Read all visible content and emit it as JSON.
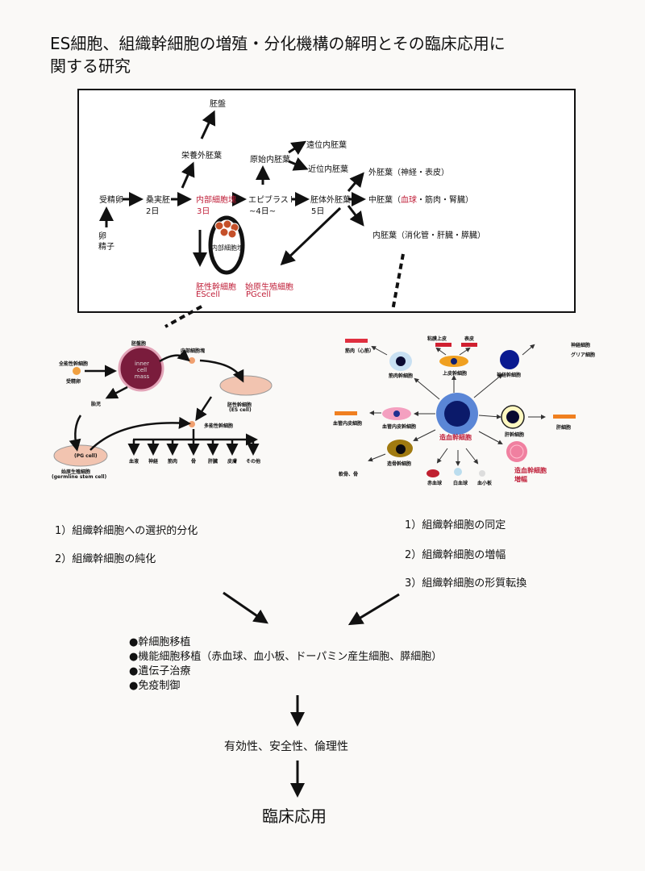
{
  "title": {
    "line1": "ES細胞、組織幹細胞の増殖・分化機構の解明とその臨床応用に",
    "line2": "関する研究"
  },
  "flow": {
    "fertilized_egg": "受精卵",
    "egg": "卵",
    "sperm": "精子",
    "morula": "桑実胚",
    "morula_day": "2日",
    "icm": "内部細胞塊",
    "icm_day": "3日",
    "epiblast": "エピブラスト",
    "epiblast_day": "~4日~",
    "embryonic_ectoderm": "胚体外胚葉",
    "ee_day": "5日",
    "trophectoderm": "栄養外胚葉",
    "placenta": "胚盤",
    "primitive_endoderm": "原始内胚葉",
    "distal_endoderm": "遠位内胚葉",
    "proximal_endoderm": "近位内胚葉",
    "ectoderm": "外胚葉（神経・表皮）",
    "mesoderm_pre": "中胚葉（",
    "mesoderm_red": "血球",
    "mesoderm_post": "・筋肉・腎臓）",
    "endoderm": "内胚葉（消化管・肝臓・膵臓）",
    "icm_oval": "内部細胞塊",
    "es_cell": "胚性幹細胞",
    "es_cell_en": "EScell",
    "pg_cell": "始原生殖細胞",
    "pg_cell_en": "PGcell"
  },
  "left_fig": {
    "blastocyst": "胚盤胞",
    "totipotent": "全能性幹細胞",
    "fertilized_egg": "受精卵",
    "icm_en": "inner cell mass",
    "icm": "内部細胞塊",
    "fetus": "胎児",
    "es": "胚性幹細胞",
    "es_en": "(ES cell)",
    "pluripotent": "多能性幹細胞",
    "pg": "(PG cell)",
    "germline": "始原生殖細胞",
    "germline_en": "(germline stem cell)",
    "outputs": [
      "血液",
      "神経",
      "筋肉",
      "骨",
      "肝臓",
      "皮膚",
      "その他"
    ]
  },
  "right_fig": {
    "hsc": "造血幹細胞",
    "muscle": "筋肉（心筋）",
    "muscle_stem": "筋肉幹細胞",
    "mucosa": "粘膜上皮",
    "epidermis": "表皮",
    "epi_stem": "上皮幹細胞",
    "neuron": "神経細胞",
    "glia": "グリア細胞",
    "neural_stem": "神経幹細胞",
    "endo": "血管内皮細胞",
    "endo_stem": "血管内皮幹細胞",
    "liver_stem": "肝幹細胞",
    "liver": "肝細胞",
    "bone_stem": "造骨幹細胞",
    "bone": "軟骨、骨",
    "rbc": "赤血球",
    "wbc": "白血球",
    "platelet": "血小板",
    "hsc_expand": "造血幹細胞増幅"
  },
  "left_list": [
    "1）組織幹細胞への選択的分化",
    "2）組織幹細胞の純化"
  ],
  "right_list": [
    "1）組織幹細胞の同定",
    "2）組織幹細胞の増幅",
    "3）組織幹細胞の形質転換"
  ],
  "bullets": [
    "●幹細胞移植",
    "●機能細胞移植（赤血球、血小板、ドーパミン産生細胞、膵細胞）",
    "●遺伝子治療",
    "●免疫制御"
  ],
  "criteria": "有効性、安全性、倫理性",
  "goal": "臨床応用"
}
